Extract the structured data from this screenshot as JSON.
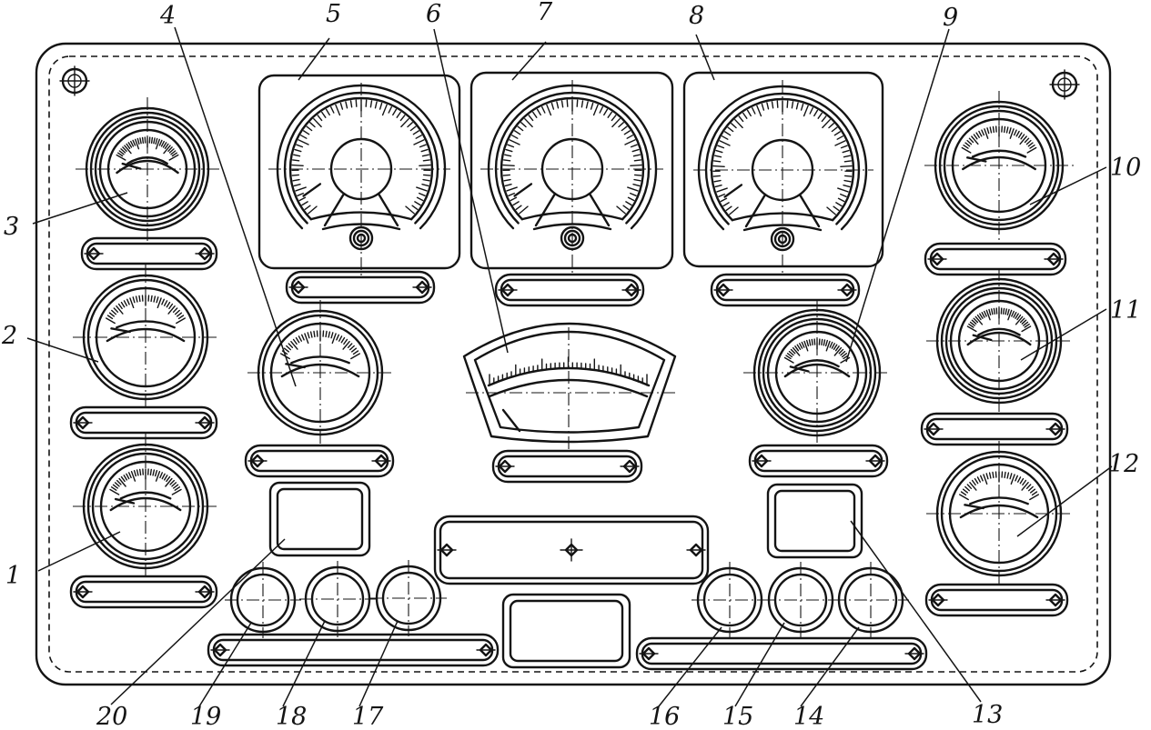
{
  "callouts": [
    {
      "n": "1"
    },
    {
      "n": "2"
    },
    {
      "n": "3"
    },
    {
      "n": "4"
    },
    {
      "n": "5"
    },
    {
      "n": "6"
    },
    {
      "n": "7"
    },
    {
      "n": "8"
    },
    {
      "n": "9"
    },
    {
      "n": "10"
    },
    {
      "n": "11"
    },
    {
      "n": "12"
    },
    {
      "n": "13"
    },
    {
      "n": "14"
    },
    {
      "n": "15"
    },
    {
      "n": "16"
    },
    {
      "n": "17"
    },
    {
      "n": "18"
    },
    {
      "n": "19"
    },
    {
      "n": "20"
    }
  ],
  "colors": {
    "ink": "#141414",
    "paper": "#ffffff"
  }
}
